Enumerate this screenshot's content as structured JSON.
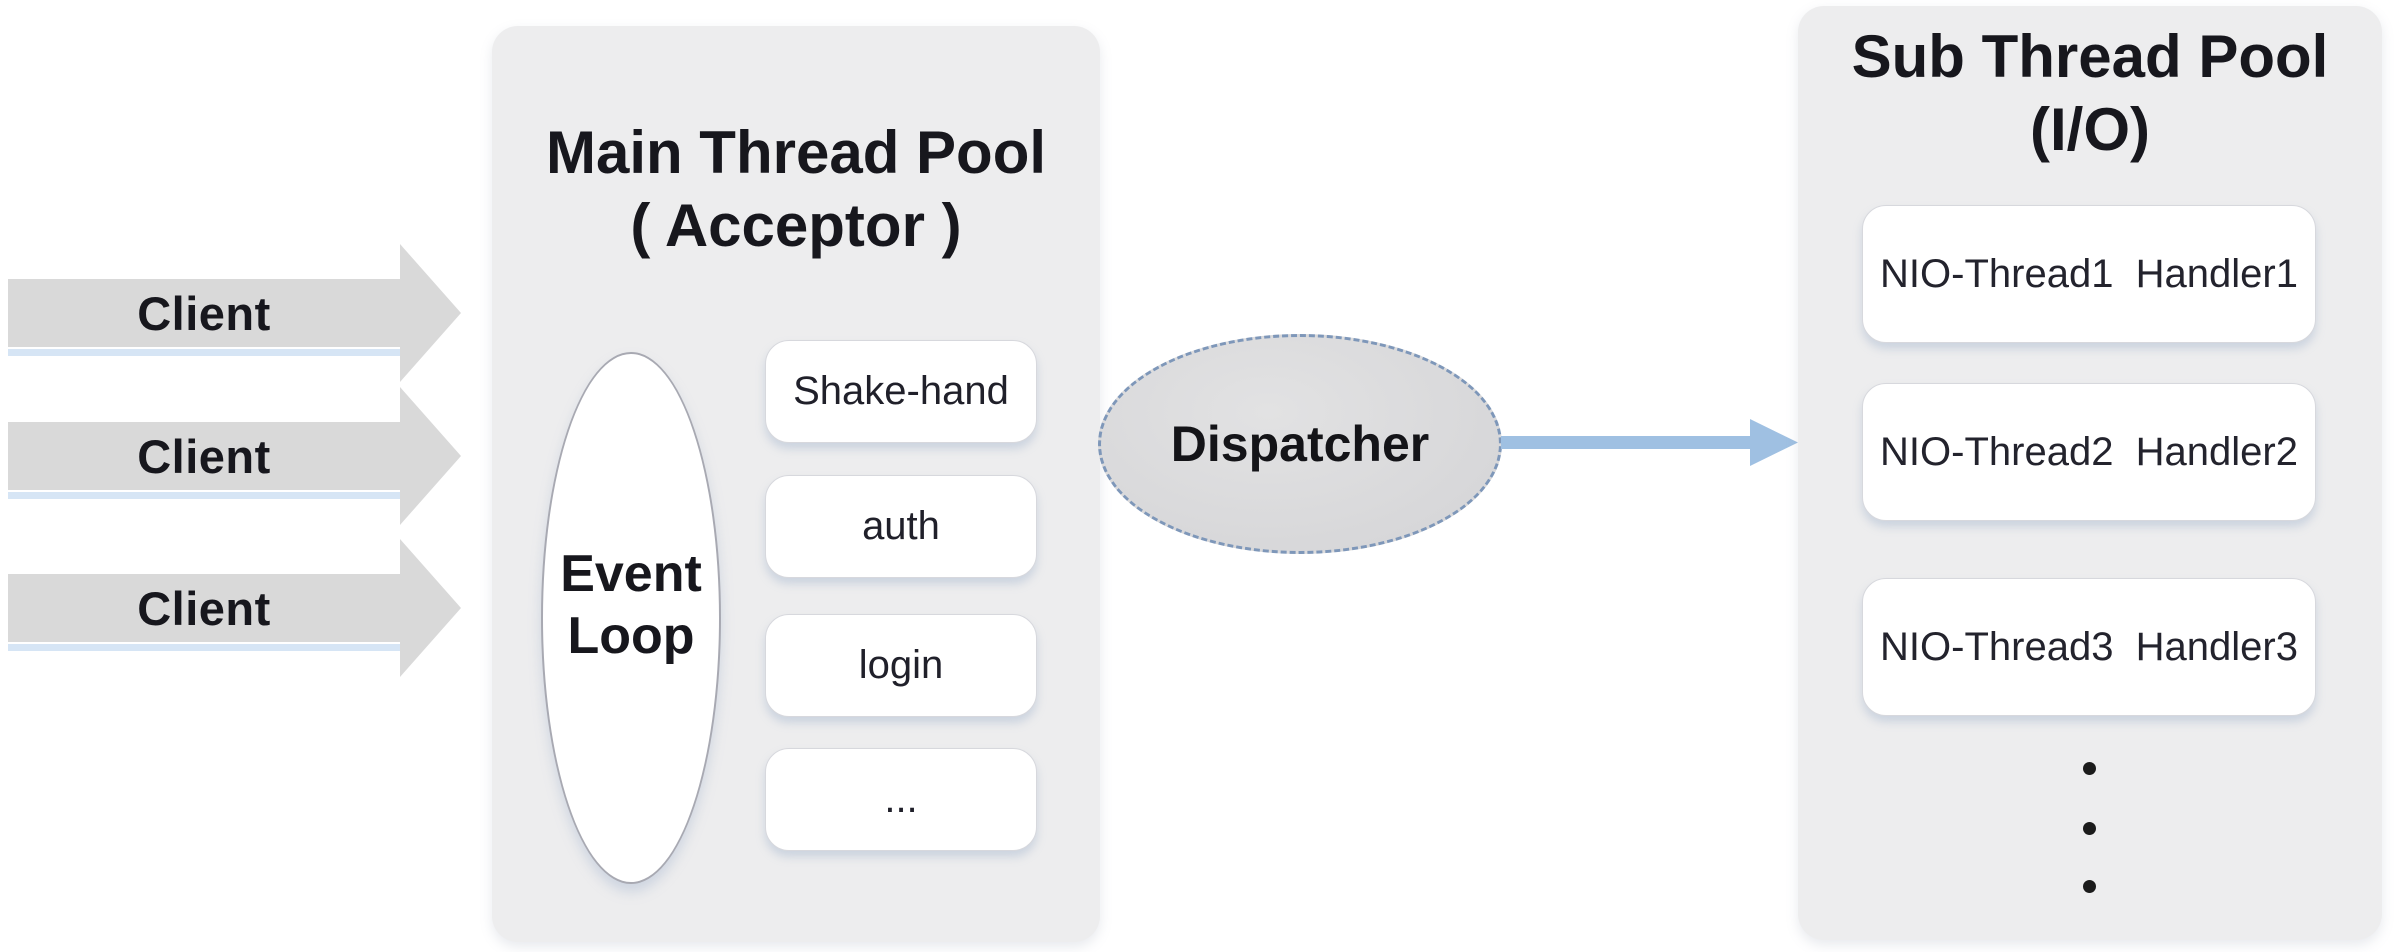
{
  "clients": [
    {
      "label": "Client"
    },
    {
      "label": "Client"
    },
    {
      "label": "Client"
    }
  ],
  "main_pool": {
    "title_line1": "Main Thread Pool",
    "title_line2": "( Acceptor )",
    "event_loop_line1": "Event",
    "event_loop_line2": "Loop",
    "steps": [
      "Shake-hand",
      "auth",
      "login",
      "..."
    ]
  },
  "dispatcher": {
    "label": "Dispatcher"
  },
  "sub_pool": {
    "title_line1": "Sub Thread Pool",
    "title_line2": "(I/O)",
    "threads": [
      "NIO-Thread1  Handler1",
      "NIO-Thread2  Handler2",
      "NIO-Thread3  Handler3"
    ],
    "ellipsis_dot_count": 3
  },
  "colors": {
    "panel_gray": "#ededee",
    "arrow_gray": "#d9d9d9",
    "arrow_underline_blue": "#d6e5f5",
    "dispatcher_gray": "#dcdcdc",
    "dispatcher_dash_border": "#7e97b9",
    "flow_arrow_blue": "#9fc0e2",
    "text_dark": "#17171d",
    "box_white": "#ffffff"
  }
}
